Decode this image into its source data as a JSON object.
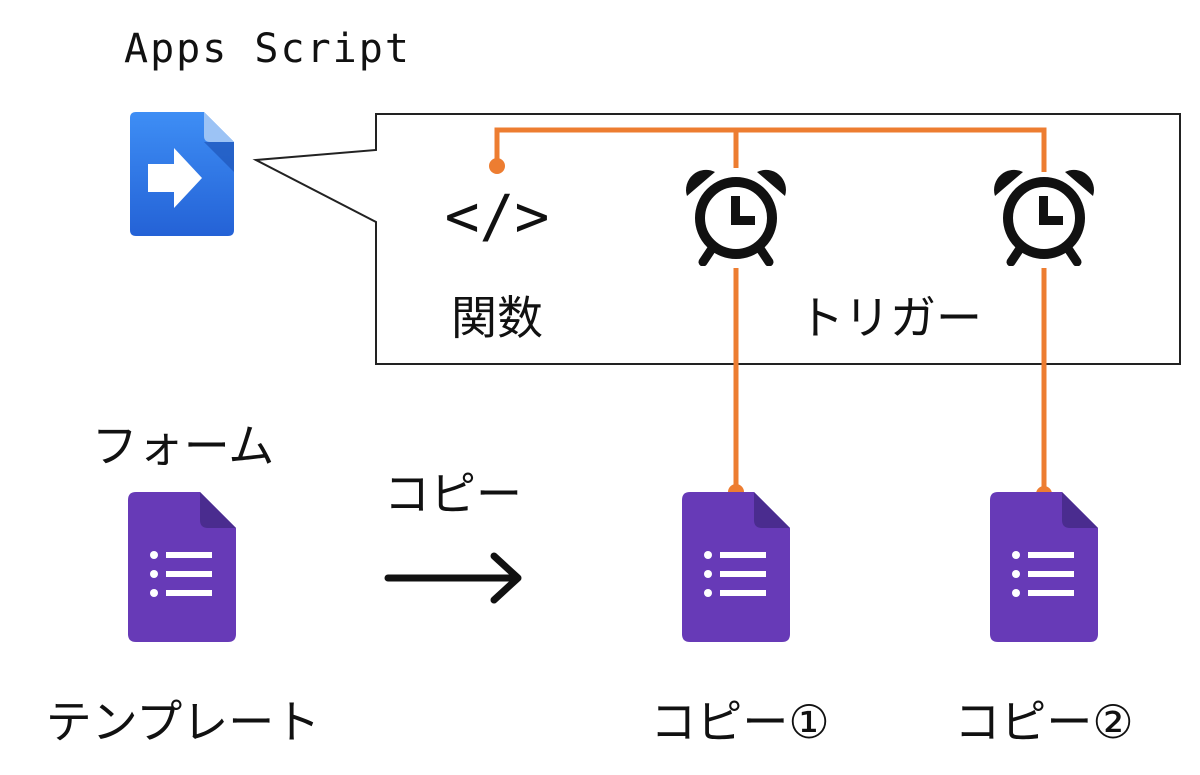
{
  "apps_script": {
    "label": "Apps Script"
  },
  "callout": {
    "function_label": "関数",
    "trigger_label": "トリガー",
    "code_glyph": "</>"
  },
  "form": {
    "heading": "フォーム",
    "caption": "テンプレート"
  },
  "copy_arrow": {
    "label": "コピー"
  },
  "copies": [
    {
      "caption": "コピー①"
    },
    {
      "caption": "コピー②"
    }
  ],
  "icons": {
    "apps_script": "apps-script-icon",
    "code": "code-icon",
    "alarm": "alarm-clock-icon",
    "form": "google-forms-icon",
    "arrow": "right-arrow-icon"
  },
  "colors": {
    "connector": "#ED7D31",
    "forms_purple": "#673AB7",
    "forms_fold": "#4A2C8F",
    "apps_blue": "#2F7FE8",
    "apps_fold": "#9CC3F5"
  }
}
